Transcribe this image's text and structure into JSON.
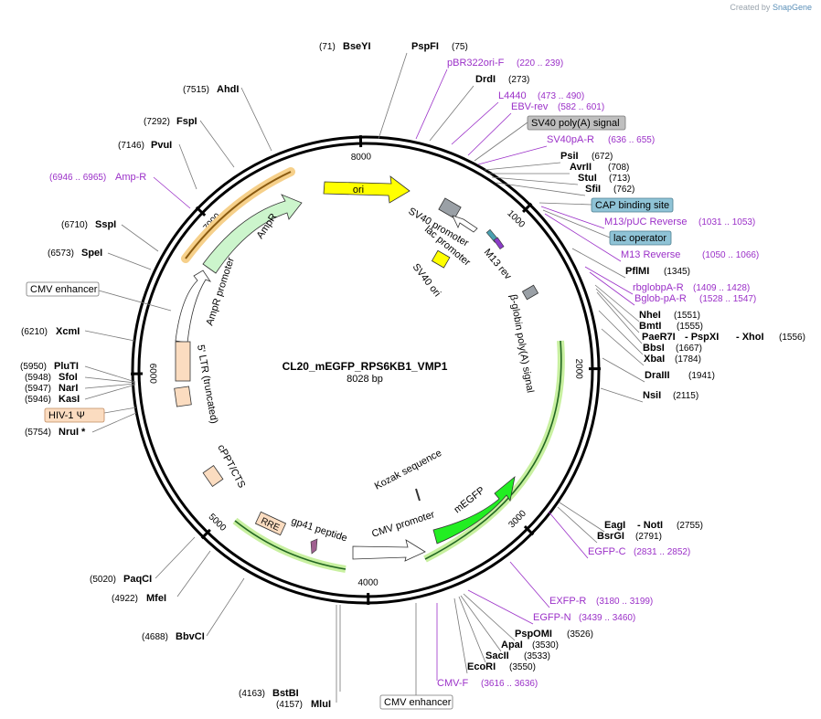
{
  "brand": {
    "created_by": "Created by",
    "name": "SnapGene"
  },
  "map": {
    "name": "CL20_mEGFP_RPS6KB1_VMP1",
    "length_label": "8028 bp",
    "ticks": [
      "1000",
      "2000",
      "3000",
      "4000",
      "5000",
      "6000",
      "7000",
      "8000"
    ]
  },
  "colors": {
    "enzyme": "#000000",
    "primer": "#9b30c8",
    "ori": "#ffff00",
    "ampr": "#ccf5cc",
    "mEGFP": "#22ee22",
    "ltr": "#fbdcc0",
    "ampr_outline": "#e8a040",
    "green_outline": "#8cdc64"
  },
  "features_on_map": [
    {
      "label": "ori"
    },
    {
      "label": "AmpR"
    },
    {
      "label": "AmpR promoter"
    },
    {
      "label": "SV40 promoter"
    },
    {
      "label": "lac promoter"
    },
    {
      "label": "M13 rev"
    },
    {
      "label": "SV40 ori"
    },
    {
      "label": "β-globin poly(A) signal"
    },
    {
      "label": "5' LTR (truncated)"
    },
    {
      "label": "cPPT/CTS"
    },
    {
      "label": "RRE"
    },
    {
      "label": "gp41 peptide"
    },
    {
      "label": "CMV promoter"
    },
    {
      "label": "mEGFP"
    },
    {
      "label": "Kozak sequence"
    }
  ],
  "labels": {
    "bseyi_pos": "(71)",
    "bseyi": "BseYI",
    "pspfi": "PspFI",
    "pspfi_pos": "(75)",
    "pbr": "pBR322ori-F",
    "pbr_pos": "(220 .. 239)",
    "drdi": "DrdI",
    "drdi_pos": "(273)",
    "l4440": "L4440",
    "l4440_pos": "(473 .. 490)",
    "ebv": "EBV-rev",
    "ebv_pos": "(582 .. 601)",
    "sv40polya": "SV40 poly(A) signal",
    "sv40pa": "SV40pA-R",
    "sv40pa_pos": "(636 .. 655)",
    "psii": "PsiI",
    "psii_pos": "(672)",
    "avrii": "AvrII",
    "avrii_pos": "(708)",
    "stui": "StuI",
    "stui_pos": "(713)",
    "sfii": "SfiI",
    "sfii_pos": "(762)",
    "cap": "CAP binding site",
    "m13puc": "M13/pUC Reverse",
    "m13puc_pos": "(1031 .. 1053)",
    "lacop": "lac operator",
    "m13rev": "M13 Reverse",
    "m13rev_pos": "(1050 .. 1066)",
    "pflmi": "PflMI",
    "pflmi_pos": "(1345)",
    "rbglob": "rbglobpA-R",
    "rbglob_pos": "(1409 .. 1428)",
    "bglob": "Bglob-pA-R",
    "bglob_pos": "(1528 .. 1547)",
    "nhei": "NheI",
    "nhei_pos": "(1551)",
    "bmti": "BmtI",
    "bmti_pos": "(1555)",
    "paer7i": "PaeR7I",
    "pspxi": "- PspXI",
    "xhoi": "- XhoI",
    "xhoi_pos": "(1556)",
    "bbsi": "BbsI",
    "bbsi_pos": "(1667)",
    "xbai": "XbaI",
    "xbai_pos": "(1784)",
    "draiii": "DraIII",
    "draiii_pos": "(1941)",
    "nsii": "NsiI",
    "nsii_pos": "(2115)",
    "eagi": "EagI",
    "noti": "- NotI",
    "noti_pos": "(2755)",
    "bsrgi": "BsrGI",
    "bsrgi_pos": "(2791)",
    "egfpc": "EGFP-C",
    "egfpc_pos": "(2831 .. 2852)",
    "exfp": "EXFP-R",
    "exfp_pos": "(3180 .. 3199)",
    "egfpn": "EGFP-N",
    "egfpn_pos": "(3439 .. 3460)",
    "pspomi": "PspOMI",
    "pspomi_pos": "(3526)",
    "apai": "ApaI",
    "apai_pos": "(3530)",
    "sacii": "SacII",
    "sacii_pos": "(3533)",
    "ecori": "EcoRI",
    "ecori_pos": "(3550)",
    "cmvf": "CMV-F",
    "cmvf_pos": "(3616 .. 3636)",
    "cmvenh_bottom": "CMV enhancer",
    "bstbi_pos": "(4163)",
    "bstbi": "BstBI",
    "mlui_pos": "(4157)",
    "mlui": "MluI",
    "bbvci_pos": "(4688)",
    "bbvci": "BbvCI",
    "mfei_pos": "(4922)",
    "mfei": "MfeI",
    "paqci_pos": "(5020)",
    "paqci": "PaqCI",
    "nrui_pos": "(5754)",
    "nrui": "NruI *",
    "hiv": "HIV-1 Ψ",
    "kasi_pos": "(5946)",
    "kasi": "KasI",
    "nari_pos": "(5947)",
    "nari": "NarI",
    "sfoi_pos": "(5948)",
    "sfoi": "SfoI",
    "pluti_pos": "(5950)",
    "pluti": "PluTI",
    "xcmi_pos": "(6210)",
    "xcmi": "XcmI",
    "cmvenh_left": "CMV enhancer",
    "spei_pos": "(6573)",
    "spei": "SpeI",
    "sspi_pos": "(6710)",
    "sspi": "SspI",
    "ampr_primer_pos": "(6946 .. 6965)",
    "ampr_primer": "Amp-R",
    "pvui_pos": "(7146)",
    "pvui": "PvuI",
    "fspi_pos": "(7292)",
    "fspi": "FspI",
    "ahdi_pos": "(7515)",
    "ahdi": "AhdI"
  }
}
